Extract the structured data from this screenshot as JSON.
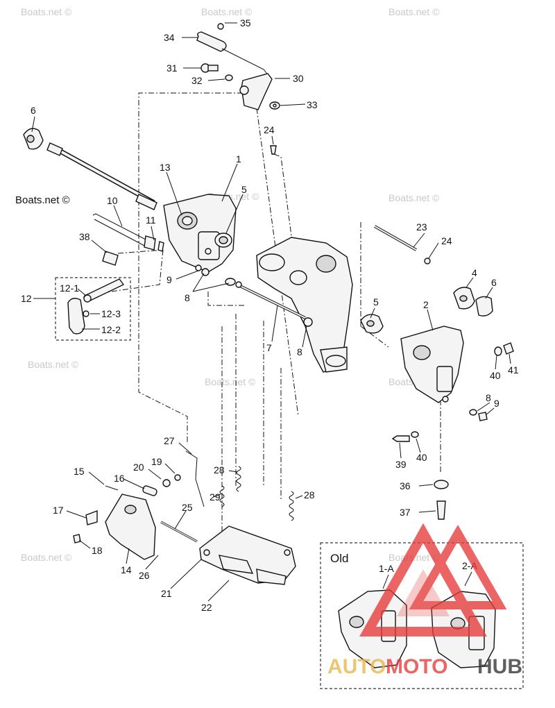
{
  "callouts": [
    {
      "id": "c35",
      "text": "35"
    },
    {
      "id": "c34",
      "text": "34"
    },
    {
      "id": "c31",
      "text": "31"
    },
    {
      "id": "c30",
      "text": "30"
    },
    {
      "id": "c32",
      "text": "32"
    },
    {
      "id": "c33",
      "text": "33"
    },
    {
      "id": "c6a",
      "text": "6"
    },
    {
      "id": "c24a",
      "text": "24"
    },
    {
      "id": "c1",
      "text": "1"
    },
    {
      "id": "c13",
      "text": "13"
    },
    {
      "id": "c5a",
      "text": "5"
    },
    {
      "id": "c10",
      "text": "10"
    },
    {
      "id": "c11",
      "text": "11"
    },
    {
      "id": "c38",
      "text": "38"
    },
    {
      "id": "c9a",
      "text": "9"
    },
    {
      "id": "c8a",
      "text": "8"
    },
    {
      "id": "c12",
      "text": "12"
    },
    {
      "id": "c12_1",
      "text": "12-1"
    },
    {
      "id": "c12_3",
      "text": "12-3"
    },
    {
      "id": "c12_2",
      "text": "12-2"
    },
    {
      "id": "c23",
      "text": "23"
    },
    {
      "id": "c24b",
      "text": "24"
    },
    {
      "id": "c4",
      "text": "4"
    },
    {
      "id": "c6b",
      "text": "6"
    },
    {
      "id": "c5b",
      "text": "5"
    },
    {
      "id": "c2",
      "text": "2"
    },
    {
      "id": "c7",
      "text": "7"
    },
    {
      "id": "c8b",
      "text": "8"
    },
    {
      "id": "c40a",
      "text": "40"
    },
    {
      "id": "c41",
      "text": "41"
    },
    {
      "id": "c8c",
      "text": "8"
    },
    {
      "id": "c9b",
      "text": "9"
    },
    {
      "id": "c39",
      "text": "39"
    },
    {
      "id": "c40b",
      "text": "40"
    },
    {
      "id": "c36",
      "text": "36"
    },
    {
      "id": "c37",
      "text": "37"
    },
    {
      "id": "c27",
      "text": "27"
    },
    {
      "id": "c20",
      "text": "20"
    },
    {
      "id": "c19",
      "text": "19"
    },
    {
      "id": "c28a",
      "text": "28"
    },
    {
      "id": "c15",
      "text": "15"
    },
    {
      "id": "c16",
      "text": "16"
    },
    {
      "id": "c29",
      "text": "29"
    },
    {
      "id": "c28b",
      "text": "28"
    },
    {
      "id": "c25",
      "text": "25"
    },
    {
      "id": "c17",
      "text": "17"
    },
    {
      "id": "c18",
      "text": "18"
    },
    {
      "id": "c14",
      "text": "14"
    },
    {
      "id": "c26",
      "text": "26"
    },
    {
      "id": "c21",
      "text": "21"
    },
    {
      "id": "c22",
      "text": "22"
    },
    {
      "id": "c1A",
      "text": "1-A"
    },
    {
      "id": "c2A",
      "text": "2-A"
    }
  ],
  "inset": {
    "label": "Old"
  },
  "watermark": {
    "text": "Boats.net ©"
  },
  "logo": {
    "part1": "AUTO",
    "part2": "MOTO",
    "part3": "HUB",
    "accent": "#e63a3a",
    "gold": "#e8b64a",
    "dark": "#333333"
  }
}
